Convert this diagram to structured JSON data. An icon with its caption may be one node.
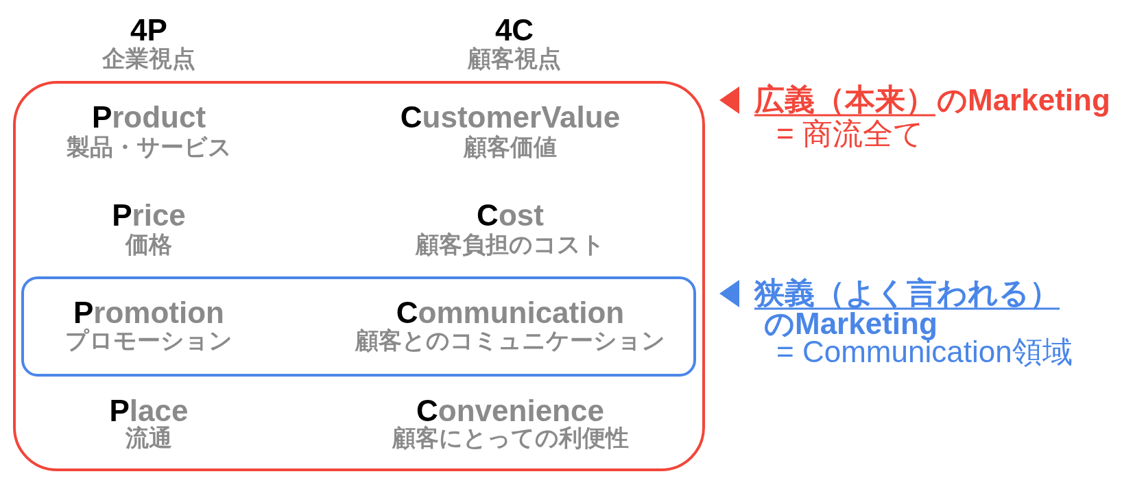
{
  "diagram": {
    "nodes": [
      {
        "text": [
          "Product",
          "製品・サービス",
          "CustomerValue",
          "顧客価値",
          "Price",
          "価格",
          "Cost",
          "顧客負担のコスト",
          "Place",
          "流通",
          "Convenience",
          "顧客にとっての利便性"
        ],
        "beside": [
          "広義（本来）",
          "のMarketing",
          "= 商流全て"
        ]
      },
      {
        "text": [
          "Promotion",
          "プロモーション",
          "Communication",
          "顧客とのコミュニケーション"
        ],
        "in": 0,
        "beside": [
          "狭義（よく言われる）",
          "のMarketing",
          "= Communication領域"
        ]
      }
    ],
    "labels": [
      "4P",
      "企業視点",
      "4C",
      "顧客視点"
    ]
  }
}
